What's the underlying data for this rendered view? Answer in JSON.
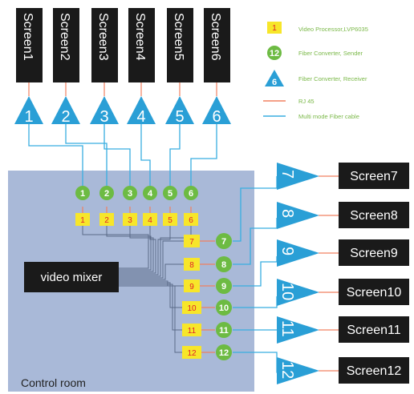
{
  "top_screens": [
    {
      "id": "1",
      "label": "Screen1"
    },
    {
      "id": "2",
      "label": "Screen2"
    },
    {
      "id": "3",
      "label": "Screen3"
    },
    {
      "id": "4",
      "label": "Screen4"
    },
    {
      "id": "5",
      "label": "Screen5"
    },
    {
      "id": "6",
      "label": "Screen6"
    }
  ],
  "right_screens": [
    {
      "id": "7",
      "label": "Screen7"
    },
    {
      "id": "8",
      "label": "Screen8"
    },
    {
      "id": "9",
      "label": "Screen9"
    },
    {
      "id": "10",
      "label": "Screen10"
    },
    {
      "id": "11",
      "label": "Screen11"
    },
    {
      "id": "12",
      "label": "Screen12"
    }
  ],
  "legend": {
    "processor": {
      "symbol": "1",
      "label": "Video Processor,LVP6035"
    },
    "sender": {
      "symbol": "12",
      "label": "Fiber Converter, Sender"
    },
    "receiver": {
      "symbol": "6",
      "label": "Fiber Converter, Receiver"
    },
    "rj45": {
      "label": "RJ 45"
    },
    "fiber": {
      "label": "Multi mode Fiber cable"
    }
  },
  "video_mixer": "video mixer",
  "control_room": "Control room",
  "colors": {
    "room_bg": "#a9b9d8",
    "screen_bg": "#1a1a1a",
    "triangle": "#2a9fd6",
    "sender": "#6dbb43",
    "processor_bg": "#f7e62a",
    "processor_text": "#e0202a",
    "rj45_line": "#f08060",
    "fiber_line": "#38aee0",
    "mixer_wire": "#5a6a88"
  }
}
